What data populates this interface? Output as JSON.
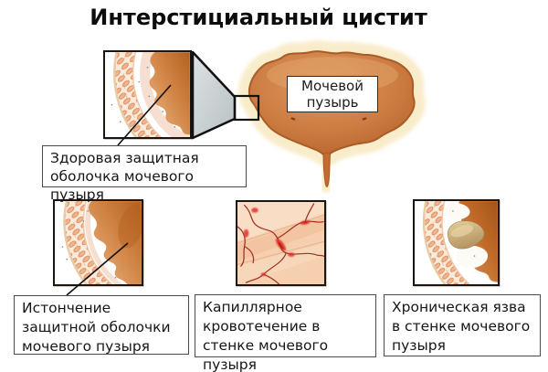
{
  "page": {
    "title": "Интерстициальный цистит"
  },
  "bladder": {
    "label": "Мочевой пузырь"
  },
  "callouts": {
    "healthy": {
      "label": "Здоровая защитная оболочка мочевого пузыря"
    },
    "thinning": {
      "label": "Истончение защитной оболочки мочевого пузыря"
    },
    "capillary": {
      "label": "Капиллярное кровотечение в стенке мочевого пузыря"
    },
    "ulcer": {
      "label": "Хроническая язва в стенке мочевого пузыря"
    }
  },
  "illustrations": {
    "healthy_inset": "bladder-wall-cross-section-healthy-lining",
    "thinning_inset": "bladder-wall-cross-section-thinned-lining",
    "capillary_inset": "capillary-bleeding-in-bladder-wall",
    "ulcer_inset": "chronic-ulcer-in-bladder-wall",
    "bladder": "urinary-bladder",
    "magnifier": "zoom-callout-funnel"
  },
  "colors": {
    "bladder_body": "#cd7c42",
    "bladder_rim": "#a85a26",
    "bladder_halo": "#f9ecca",
    "wall_muscle": "#f2b48c",
    "muscle_outline": "#d07f4e",
    "protective_lining": "#ffffff",
    "lumen_orange": "#c97432",
    "capillary_red": "#9e2f23",
    "bleeding_spot": "#e03226",
    "ulcer_tan": "#cdb184",
    "funnel_gray": "#ccd2d4",
    "text": "#1a1a1a",
    "box_border": "#4a4a4a"
  }
}
